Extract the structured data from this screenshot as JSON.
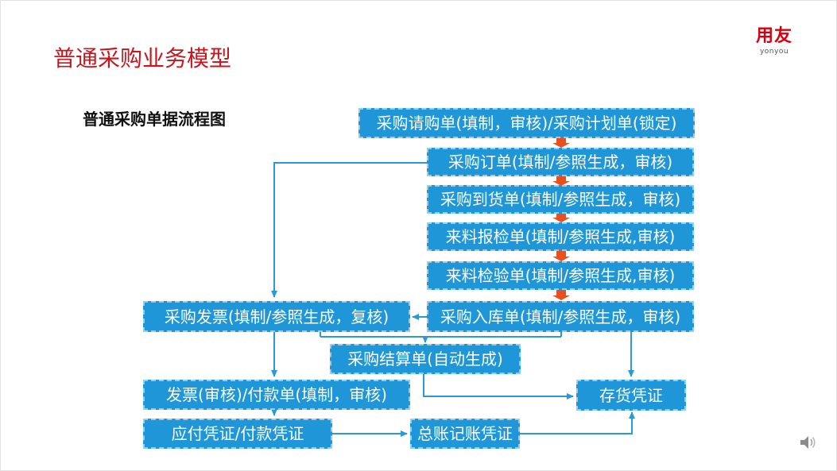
{
  "slide": {
    "title": "普通采购业务模型",
    "subtitle": "普通采购单据流程图",
    "logo": {
      "main": "用友",
      "sub": "yonyou"
    },
    "speaker_icon": "speaker-icon"
  },
  "flow": {
    "nodes": {
      "request": "采购请购单(填制，审核)/采购计划单(锁定)",
      "order": "采购订单(填制/参照生成，审核)",
      "arrival": "采购到货单(填制/参照生成，审核)",
      "inspection_report": "来料报检单(填制/参照生成,审核)",
      "inspection": "来料检验单(填制/参照生成,审核)",
      "receipt": "采购入库单(填制/参照生成，审核)",
      "invoice": "采购发票(填制/参照生成，复核)",
      "settlement": "采购结算单(自动生成)",
      "payment": "发票(审核)/付款单(填制，审核)",
      "inventory_voucher": "存货凭证",
      "payable_voucher": "应付凭证/付款凭证",
      "ledger_voucher": "总账记账凭证"
    }
  },
  "colors": {
    "title": "#c8161d",
    "box_fill": "#1e96d7",
    "box_border": "#8fd0f0",
    "connector": "#2a9ad6",
    "chain_arrow": "#e8501e"
  }
}
